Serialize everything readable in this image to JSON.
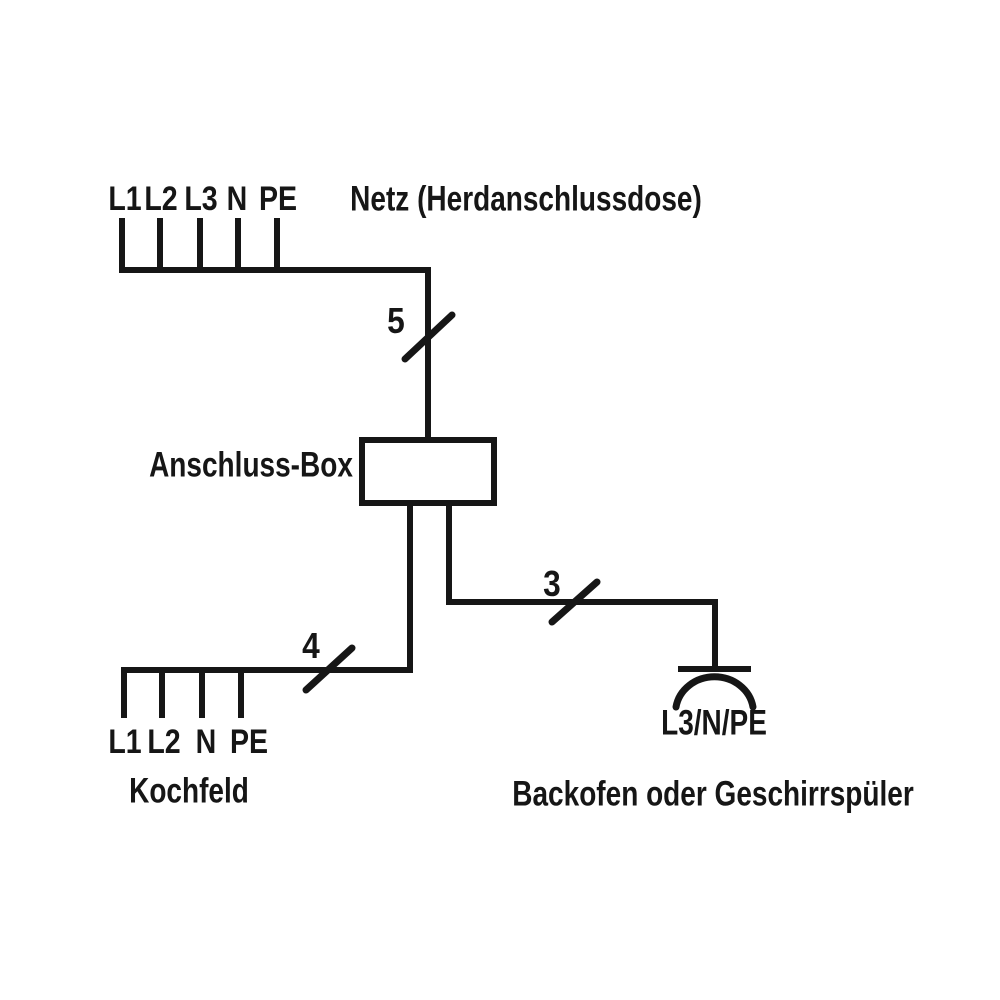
{
  "colors": {
    "line": "#161616",
    "background": "#ffffff"
  },
  "net": {
    "label": "Netz (Herdanschlussdose)",
    "terminals": [
      "L1",
      "L2",
      "L3",
      "N",
      "PE"
    ]
  },
  "junction_box": {
    "label": "Anschluss-Box"
  },
  "wires": {
    "net_to_box_count": "5",
    "box_to_cooktop_count": "4",
    "box_to_socket_count": "3"
  },
  "cooktop": {
    "label": "Kochfeld",
    "terminals": [
      "L1",
      "L2",
      "N",
      "PE"
    ]
  },
  "appliance": {
    "label": "Backofen oder Geschirrspüler",
    "socket_label": "L3/N/PE"
  }
}
